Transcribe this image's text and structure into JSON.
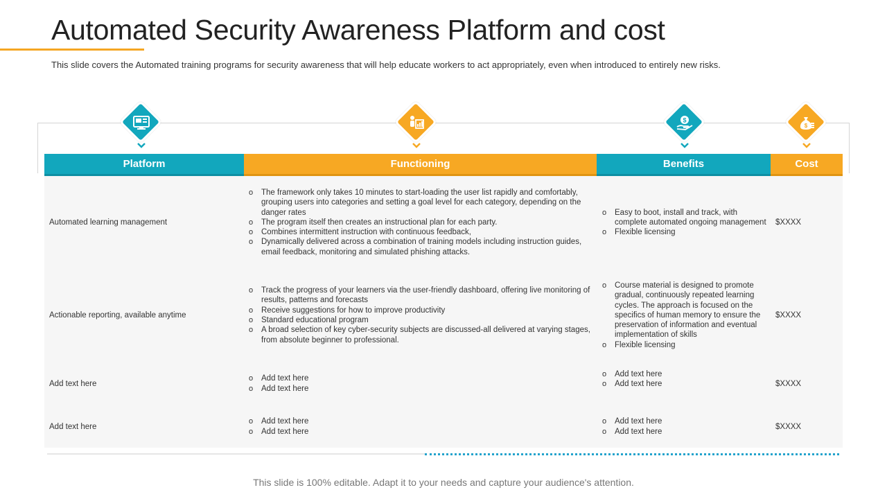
{
  "slide": {
    "title": "Automated Security Awareness Platform and cost",
    "subtitle": "This slide covers the Automated training programs for security awareness that will help educate workers to act appropriately, even when introduced to entirely new risks.",
    "footer": "This slide is 100% editable. Adapt it to your needs and capture your audience's attention."
  },
  "colors": {
    "teal": "#12a7bd",
    "orange": "#f7a823",
    "row_bg": "#f6f6f6",
    "dotted_line": "#22a3cc"
  },
  "icons": [
    "computer-screen-icon",
    "people-chart-icon",
    "hand-coin-icon",
    "money-bag-icon"
  ],
  "headers": {
    "platform": "Platform",
    "functioning": "Functioning",
    "benefits": "Benefits",
    "cost": "Cost"
  },
  "rows": [
    {
      "platform": "Automated learning management",
      "functioning": [
        "The framework only takes 10 minutes to start-loading the user list rapidly and comfortably, grouping users into categories and setting a goal level for each category, depending on the danger rates",
        "The program itself then creates an instructional plan for each party.",
        "Combines intermittent instruction with continuous feedback,",
        "Dynamically delivered across a combination of training models including instruction guides, email feedback, monitoring and simulated phishing attacks."
      ],
      "benefits": [
        "Easy to boot, install and track, with complete automated ongoing management",
        "Flexible licensing"
      ],
      "cost": "$XXXX"
    },
    {
      "platform": "Actionable reporting, available anytime",
      "functioning": [
        "Track the progress of your learners via the user-friendly dashboard, offering live monitoring of results, patterns and forecasts",
        "Receive suggestions for how to improve productivity",
        "Standard educational program",
        "A broad selection of key cyber-security subjects are discussed-all delivered at varying stages, from absolute beginner to professional."
      ],
      "benefits": [
        "Course material is designed to promote gradual, continuously repeated learning cycles. The approach is focused on the specifics of human memory to ensure the preservation of information and eventual implementation of skills",
        "Flexible licensing"
      ],
      "cost": "$XXXX"
    },
    {
      "platform": "Add text here",
      "functioning": [
        "Add text here",
        "Add text here"
      ],
      "benefits": [
        "Add text here",
        "Add text here"
      ],
      "cost": "$XXXX"
    },
    {
      "platform": "Add text here",
      "functioning": [
        "Add text here",
        "Add text here"
      ],
      "benefits": [
        "Add text here",
        "Add text here"
      ],
      "cost": "$XXXX"
    }
  ]
}
